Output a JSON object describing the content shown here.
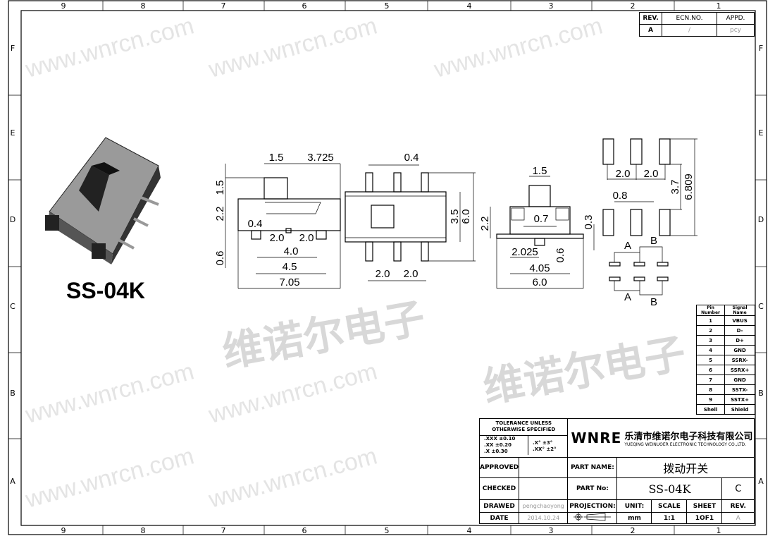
{
  "frame": {
    "columns": [
      "9",
      "8",
      "7",
      "6",
      "5",
      "4",
      "3",
      "2",
      "1"
    ],
    "rows": [
      "F",
      "E",
      "D",
      "C",
      "B",
      "A"
    ]
  },
  "watermark": {
    "url": "www.wnrcn.com",
    "cn": "维诺尔电子"
  },
  "revision": {
    "headers": [
      "REV.",
      "ECN.NO.",
      "APPD."
    ],
    "values": [
      "A",
      "/",
      "pcy"
    ]
  },
  "product": {
    "model": "SS-04K"
  },
  "side_view": {
    "dims": [
      "1.5",
      "3.725",
      "1.5",
      "2.2",
      "0.6",
      "0.4",
      "2.0",
      "2.0",
      "4.0",
      "4.5",
      "7.05"
    ]
  },
  "front_view": {
    "dims": [
      "0.4",
      "3.5",
      "6.0",
      "2.0",
      "2.0"
    ]
  },
  "end_view": {
    "dims": [
      "1.5",
      "2.2",
      "0.7",
      "0.3",
      "2.025",
      "0.6",
      "4.05",
      "6.0"
    ]
  },
  "pcb_layout": {
    "dims": [
      "2.0",
      "2.0",
      "0.8",
      "3.7",
      "6.809"
    ]
  },
  "schematic": {
    "labels": [
      "A",
      "B",
      "A",
      "B"
    ]
  },
  "pin_table": {
    "headers": [
      "Pin Number",
      "Signal Name"
    ],
    "rows": [
      [
        "1",
        "VBUS"
      ],
      [
        "2",
        "D-"
      ],
      [
        "3",
        "D+"
      ],
      [
        "4",
        "GND"
      ],
      [
        "5",
        "SSRX-"
      ],
      [
        "6",
        "SSRX+"
      ],
      [
        "7",
        "GND"
      ],
      [
        "8",
        "SSTX-"
      ],
      [
        "9",
        "SSTX+"
      ],
      [
        "Shell",
        "Shield"
      ]
    ]
  },
  "title_block": {
    "tolerance_title": "TOLERANCE UNLESS OTHERWISE SPECIFIED",
    "tol_linear": [
      ".XXX ±0.10",
      ".XX ±0.20",
      ".X ±0.30"
    ],
    "tol_angular": [
      ".X° ±3°",
      ".XX° ±2°"
    ],
    "logo": "WNRE",
    "company_cn": "乐清市维诺尔电子科技有限公司",
    "company_en": "YUEQING WEINUOER ELECTRONIC TECHNOLOGY CO.,LTD.",
    "approved_label": "APPROVED",
    "checked_label": "CHECKED",
    "drawed_label": "DRAWED",
    "date_label": "DATE",
    "drawed_value": "pengchaoyong",
    "date_value": "2014.10.24",
    "part_name_label": "PART NAME:",
    "part_name_value": "拨动开关",
    "part_no_label": "PART No:",
    "part_no_value": "SS-04K",
    "part_no_rev": "C",
    "projection_label": "PROJECTION:",
    "unit_label": "UNIT:",
    "unit_value": "mm",
    "scale_label": "SCALE",
    "scale_value": "1:1",
    "sheet_label": "SHEET",
    "sheet_value": "1OF1",
    "rev_label": "REV.",
    "rev_value": "A"
  }
}
